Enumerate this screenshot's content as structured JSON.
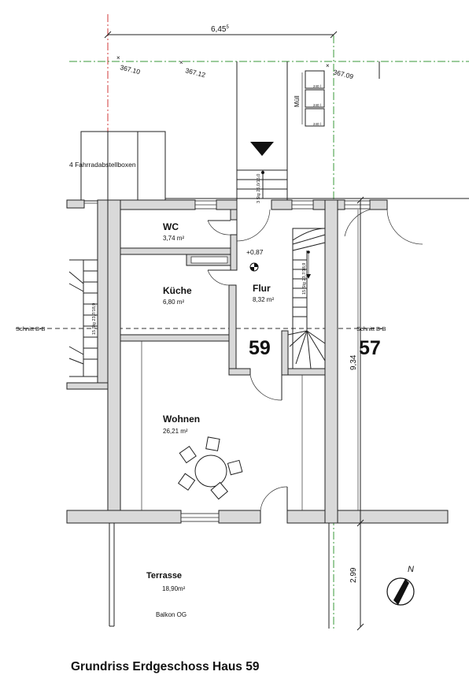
{
  "dimensions": {
    "top_width": "6,45",
    "top_width_sup": "5",
    "height_house": "9,34",
    "height_terrace": "2,99"
  },
  "levels": {
    "level_1": "367.10",
    "level_2": "367.12",
    "level_3": "367.09",
    "floor_level": "+0,87"
  },
  "labels": {
    "bike_boxes": "4 Fahrradabstellboxen",
    "waste": "Müll",
    "bin_1": "240 l",
    "bin_2": "240 l",
    "bin_3": "240 l",
    "entry_steps": "3 Stg 26,0/15,0",
    "stair_59": "15 Stg 23,7/18,9",
    "stair_left": "15 Stg 23,7/18,9",
    "section_left": "Schnitt B-B",
    "section_right": "Schnitt B-B",
    "balcony": "Balkon OG",
    "north": "N"
  },
  "rooms": [
    {
      "name": "WC",
      "area": "3,74 m²"
    },
    {
      "name": "Küche",
      "area": "6,80 m²"
    },
    {
      "name": "Flur",
      "area": "8,32 m²"
    },
    {
      "name": "Wohnen",
      "area": "26,21 m²"
    },
    {
      "name": "Terrasse",
      "area": "18,90m²"
    }
  ],
  "house_numbers": {
    "this_house": "59",
    "neighbor": "57"
  },
  "title": "Grundriss Erdgeschoss Haus 59"
}
